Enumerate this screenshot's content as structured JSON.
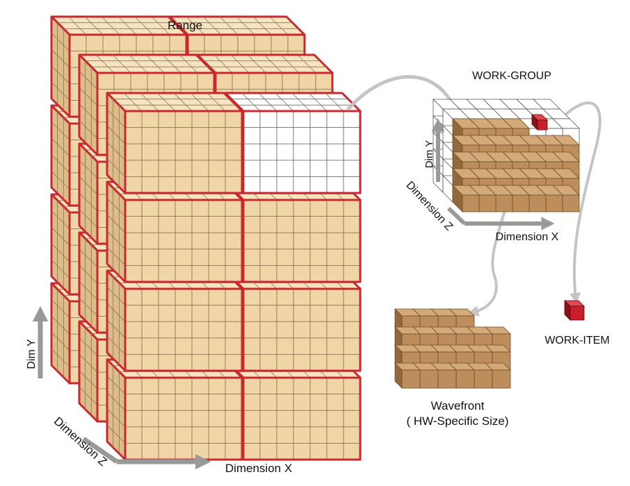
{
  "labels": {
    "range": "Range",
    "work_group": "WORK-GROUP",
    "left_dim_y": "Dim Y",
    "left_dim_z": "Dimension Z",
    "left_dim_x": "Dimension X",
    "wg_dim_y": "Dim Y",
    "wg_dim_z": "Dimension Z",
    "wg_dim_x": "Dimension X",
    "work_item": "WORK-ITEM",
    "wavefront": "Wavefront",
    "wavefront_size": "(  HW-Specific Size)"
  },
  "colors": {
    "tan": "#f0d5a6",
    "tan_side": "#dcbc88",
    "tan_top": "#f6e3c0",
    "red_border": "#c8282e",
    "grid_line": "#8c7450",
    "brown": "#bd8e5c",
    "brown_side": "#93683b",
    "brown_top": "#d3a977",
    "arrow_gray": "#999999",
    "curve_gray": "#c4c4c4",
    "work_item_red": "#c8202a"
  },
  "icons": {
    "work_item": "red-cube-icon",
    "wavefront": "brown-cube-stack-icon"
  }
}
